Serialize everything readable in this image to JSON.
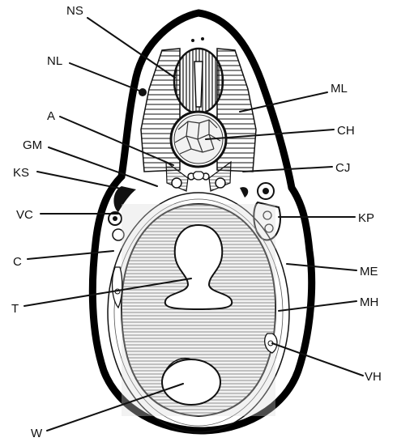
{
  "labels": {
    "ns": "NS",
    "nl": "NL",
    "ml": "ML",
    "a": "A",
    "ch": "CH",
    "gm": "GM",
    "cj": "CJ",
    "ks": "KS",
    "vc": "VC",
    "kp": "KP",
    "c": "C",
    "me": "ME",
    "t": "T",
    "mh": "MH",
    "vh": "VH",
    "w": "W"
  }
}
